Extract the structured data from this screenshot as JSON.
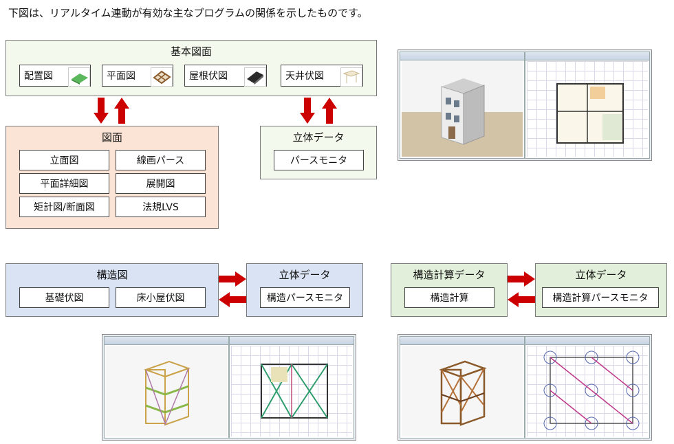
{
  "caption": "下図は、リアルタイム連動が有効な主なプログラムの関係を示したものです。",
  "basic": {
    "title": "基本図面",
    "items": [
      "配置図",
      "平面図",
      "屋根伏図",
      "天井伏図"
    ],
    "icons": [
      "site-plan-icon",
      "floor-plan-icon",
      "roof-plan-icon",
      "ceiling-plan-icon"
    ]
  },
  "drawings": {
    "title": "図面",
    "items": [
      "立面図",
      "線画パース",
      "平面詳細図",
      "展開図",
      "矩計図/断面図",
      "法規LVS"
    ]
  },
  "solid1": {
    "title": "立体データ",
    "item": "パースモニタ"
  },
  "structure": {
    "title": "構造図",
    "items": [
      "基礎伏図",
      "床小屋伏図"
    ]
  },
  "solid2": {
    "title": "立体データ",
    "item": "構造パースモニタ"
  },
  "calc": {
    "title": "構造計算データ",
    "item": "構造計算"
  },
  "solid3": {
    "title": "立体データ",
    "item": "構造計算パースモニタ"
  },
  "colors": {
    "arrow": "#cc0000",
    "basic_bg": "#f3f9ec",
    "drawings_bg": "#fbe4d5",
    "structure_bg": "#dae3f3",
    "calc_bg": "#e2efda"
  }
}
